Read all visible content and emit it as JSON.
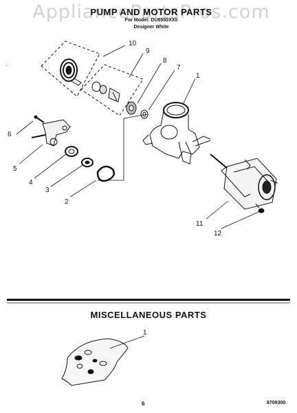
{
  "watermark": "AppliancePartsPros.com",
  "header": {
    "title": "PUMP AND MOTOR PARTS",
    "model_line": "For Model: DU8550XX0",
    "color_line": "Designer White"
  },
  "section_misc": {
    "title": "MISCELLANEOUS PARTS"
  },
  "footer": {
    "page_number": "6",
    "doc_number": "8709300"
  },
  "pump_callouts": [
    "10",
    "9",
    "8",
    "7",
    "1",
    "6",
    "5",
    "4",
    "3",
    "2",
    "11",
    "12"
  ],
  "misc_callouts": [
    "1"
  ]
}
